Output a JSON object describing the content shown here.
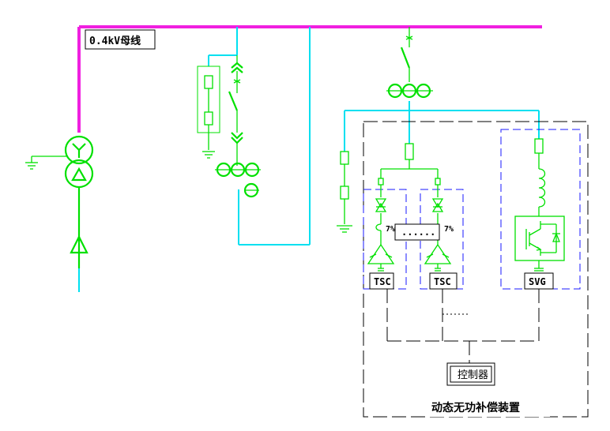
{
  "labels": {
    "bus": "0.4kV母线",
    "tsc_left": "TSC",
    "tsc_right": "TSC",
    "svg": "SVG",
    "controller": "控制器",
    "device": "动态无功补偿装置",
    "reactor_left": "7%",
    "reactor_right": "7%",
    "ellipsis": "......"
  },
  "colors": {
    "bus": "#f020e0",
    "equipment": "#00e000",
    "wire": "#00e0f0",
    "group_border": "#1a1aff",
    "boundary": "#000000"
  },
  "icons": [
    "transformer-icon",
    "arrester-icon",
    "fuse-icon",
    "breaker-icon",
    "current-transformer-icon",
    "thyristor-icon",
    "reactor-icon",
    "capacitor-icon",
    "igbt-icon",
    "ground-icon"
  ]
}
